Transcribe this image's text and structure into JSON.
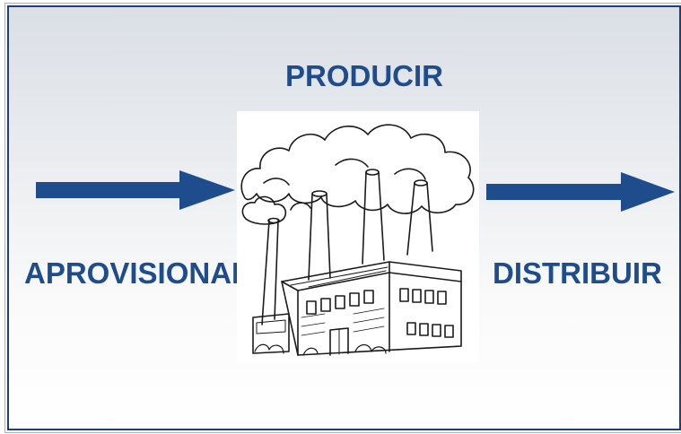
{
  "diagram": {
    "title": "PRODUCIR",
    "input_label": "APROVISIONAR",
    "output_label": "DISTRIBUIR",
    "accent_color": "#1f4c8c",
    "arrow_color": "#1f4c8c",
    "center_image": "factory-illustration"
  }
}
